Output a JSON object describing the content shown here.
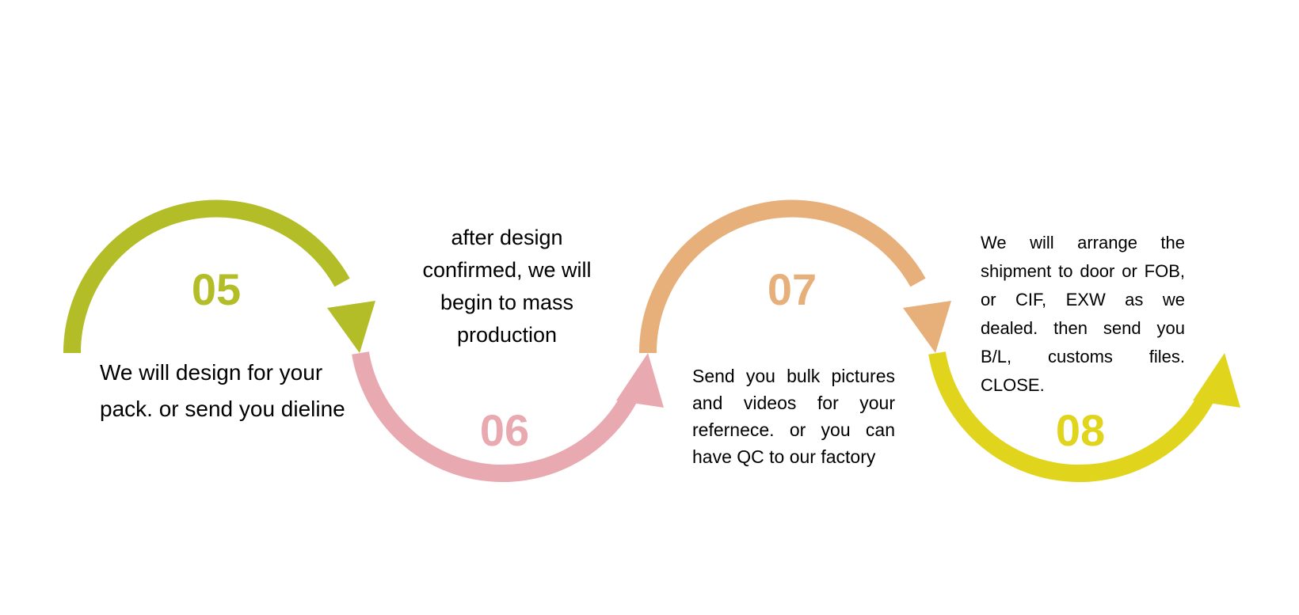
{
  "steps": [
    {
      "number": "05",
      "color": "#b2bd28",
      "description": "We will design for your pack. or send you dieline"
    },
    {
      "number": "06",
      "color": "#e8a9b0",
      "description": "after design confirmed, we will begin to mass production"
    },
    {
      "number": "07",
      "color": "#e7b07b",
      "description": "Send you bulk pictures and videos for your refernece. or you can have QC to our factory"
    },
    {
      "number": "08",
      "color": "#e1d41c",
      "description": "We will arrange the shipment to door or FOB, or CIF, EXW as we dealed. then send you B/L, customs files. CLOSE."
    }
  ]
}
